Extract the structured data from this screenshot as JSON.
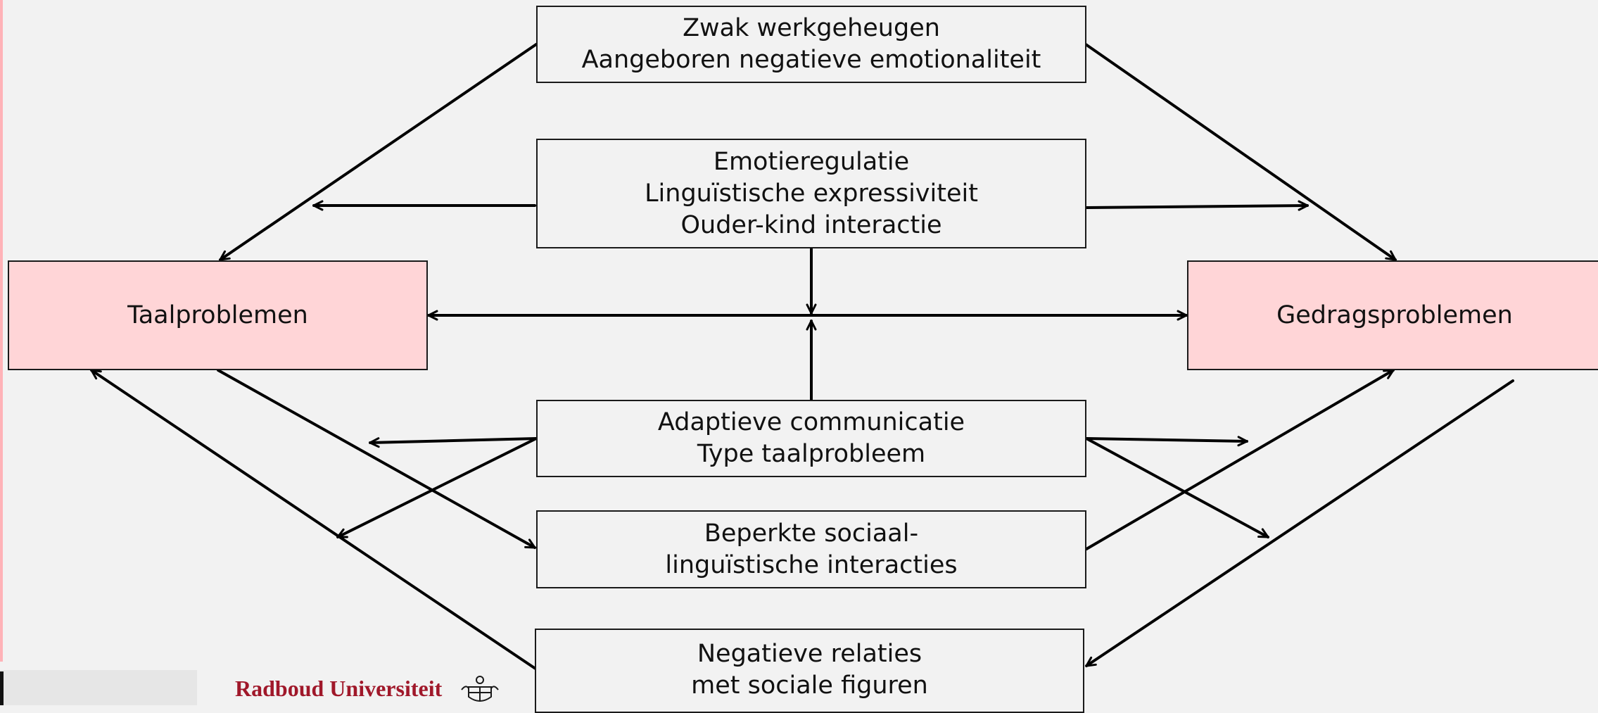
{
  "slide": {
    "boxes": {
      "top": {
        "line1": "Zwak werkgeheugen",
        "line2": "Aangeboren negatieve emotionaliteit"
      },
      "emotion": {
        "line1": "Emotieregulatie",
        "line2": "Linguïstische expressiviteit",
        "line3": "Ouder-kind interactie"
      },
      "language_problems": {
        "label": "Taalproblemen"
      },
      "behavior_problems": {
        "label": "Gedragsproblemen"
      },
      "adaptive": {
        "line1": "Adaptieve communicatie",
        "line2": "Type taalprobleem"
      },
      "limited": {
        "line1": "Beperkte sociaal-",
        "line2": "linguïstische interacties"
      },
      "negative": {
        "line1": "Negatieve relaties",
        "line2": "met sociale figuren"
      }
    },
    "colors": {
      "outcome_fill": "#ffd5d7",
      "box_fill": "#f2f2f2",
      "line": "#000000",
      "logo_red": "#a0182a"
    }
  },
  "footer": {
    "institution": "Radboud Universiteit",
    "seal_icon": "university-seal-icon"
  }
}
